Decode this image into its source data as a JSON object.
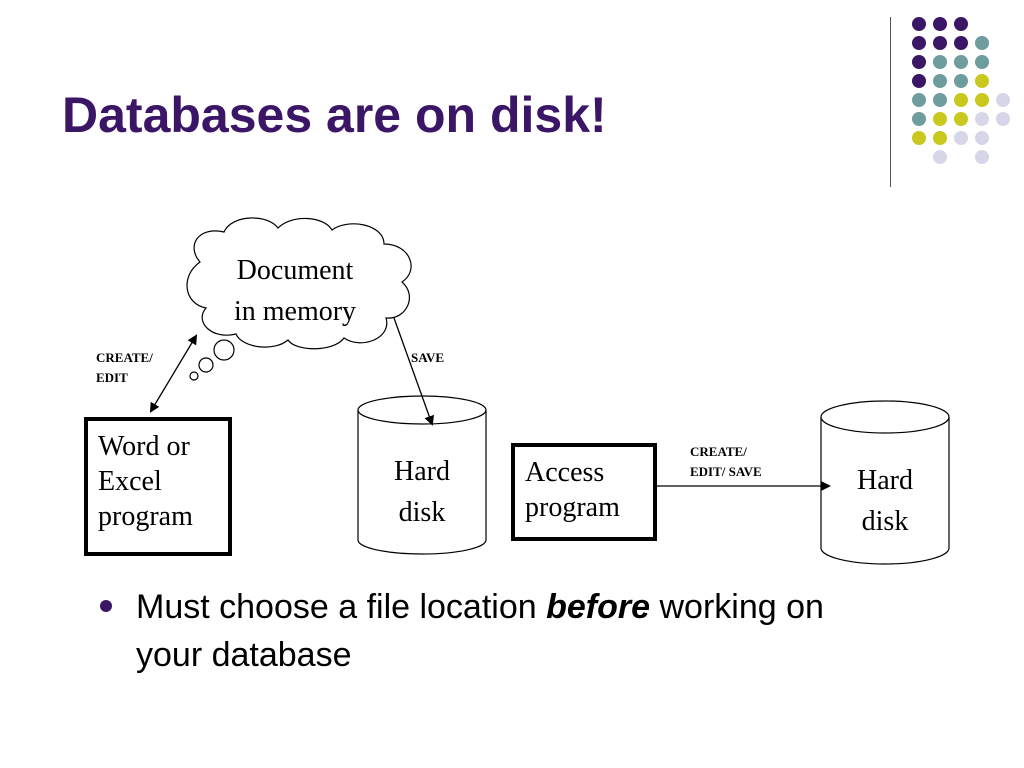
{
  "slide": {
    "title": "Databases are on disk!",
    "decor_colors": {
      "purple": "#3b1566",
      "teal": "#6f9c9c",
      "lime": "#c8c81e",
      "lavender": "#d6d6e8"
    }
  },
  "diagram": {
    "cloud_text": "Document\nin memory",
    "word_excel_box": "Word or\nExcel\nprogram",
    "access_box": "Access\nprogram",
    "hard_disk_1": "Hard\ndisk",
    "hard_disk_2": "Hard\ndisk",
    "label_create_edit": "CREATE/\nEDIT",
    "label_save": "SAVE",
    "label_create_edit_save": "CREATE/\nEDIT/ SAVE"
  },
  "bullet": {
    "text_before": "Must choose a file location ",
    "emphasis": "before",
    "text_after": " working on your database"
  }
}
